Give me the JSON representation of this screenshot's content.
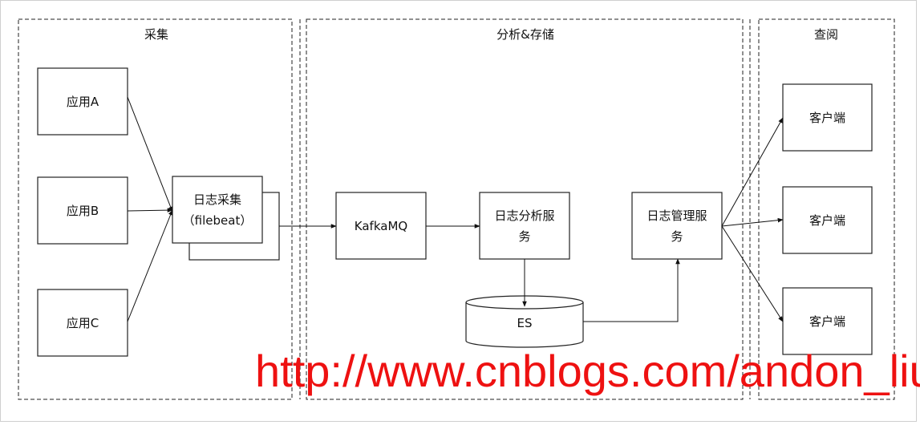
{
  "zones": {
    "collect": "采集",
    "analyze": "分析&存储",
    "view": "查阅"
  },
  "nodes": {
    "app_a": "应用A",
    "app_b": "应用B",
    "app_c": "应用C",
    "collector_line1": "日志采集",
    "collector_line2": "（filebeat）",
    "kafka": "KafkaMQ",
    "analysis_line1": "日志分析服",
    "analysis_line2": "务",
    "es": "ES",
    "manage_line1": "日志管理服",
    "manage_line2": "务",
    "client_1": "客户端",
    "client_2": "客户端",
    "client_3": "客户端"
  },
  "watermark": "http://www.cnblogs.com/andon_liu",
  "colors": {
    "stroke": "#222222",
    "watermark": "#ee1111"
  }
}
